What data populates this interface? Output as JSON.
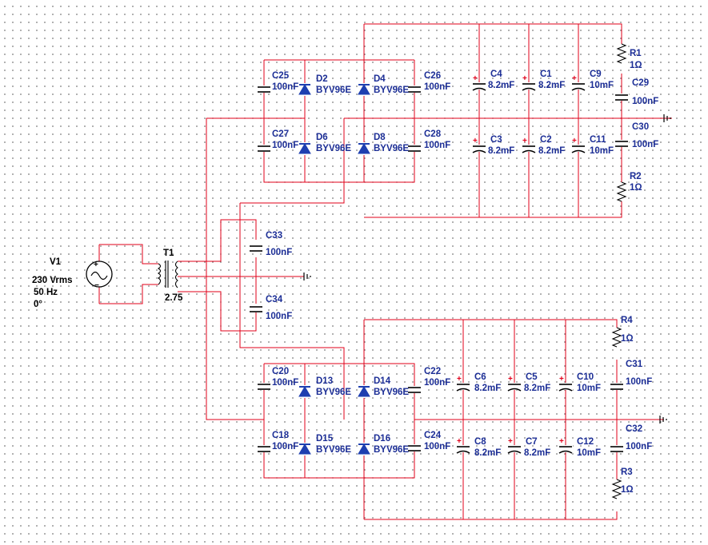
{
  "source": {
    "name": "V1",
    "voltage": "230 Vrms",
    "frequency": "50 Hz",
    "phase": "0°"
  },
  "transformer": {
    "name": "T1",
    "ratio": "2.75"
  },
  "colors": {
    "wire": "#e0001a",
    "label": "#1c2e96",
    "component": "#000000",
    "diode": "#1e3fb0",
    "grid_dot": "#6b6b6b"
  },
  "components": [
    {
      "id": "C25",
      "value": "100nF"
    },
    {
      "id": "C27",
      "value": "100nF"
    },
    {
      "id": "C26",
      "value": "100nF"
    },
    {
      "id": "C28",
      "value": "100nF"
    },
    {
      "id": "D2",
      "value": "BYV96E"
    },
    {
      "id": "D4",
      "value": "BYV96E"
    },
    {
      "id": "D6",
      "value": "BYV96E"
    },
    {
      "id": "D8",
      "value": "BYV96E"
    },
    {
      "id": "C4",
      "value": "8.2mF"
    },
    {
      "id": "C1",
      "value": "8.2mF"
    },
    {
      "id": "C9",
      "value": "10mF"
    },
    {
      "id": "C3",
      "value": "8.2mF"
    },
    {
      "id": "C2",
      "value": "8.2mF"
    },
    {
      "id": "C11",
      "value": "10mF"
    },
    {
      "id": "R1",
      "value": "1Ω"
    },
    {
      "id": "C29",
      "value": "100nF"
    },
    {
      "id": "C30",
      "value": "100nF"
    },
    {
      "id": "R2",
      "value": "1Ω"
    },
    {
      "id": "C33",
      "value": "100nF"
    },
    {
      "id": "C34",
      "value": "100nF"
    },
    {
      "id": "C20",
      "value": "100nF"
    },
    {
      "id": "C18",
      "value": "100nF"
    },
    {
      "id": "D13",
      "value": "BYV96E"
    },
    {
      "id": "D14",
      "value": "BYV96E"
    },
    {
      "id": "D15",
      "value": "BYV96E"
    },
    {
      "id": "D16",
      "value": "BYV96E"
    },
    {
      "id": "C22",
      "value": "100nF"
    },
    {
      "id": "C24",
      "value": "100nF"
    },
    {
      "id": "C6",
      "value": "8.2mF"
    },
    {
      "id": "C5",
      "value": "8.2mF"
    },
    {
      "id": "C10",
      "value": "10mF"
    },
    {
      "id": "C8",
      "value": "8.2mF"
    },
    {
      "id": "C7",
      "value": "8.2mF"
    },
    {
      "id": "C12",
      "value": "10mF"
    },
    {
      "id": "R4",
      "value": "1Ω"
    },
    {
      "id": "C31",
      "value": "100nF"
    },
    {
      "id": "C32",
      "value": "100nF"
    },
    {
      "id": "R3",
      "value": "1Ω"
    }
  ]
}
